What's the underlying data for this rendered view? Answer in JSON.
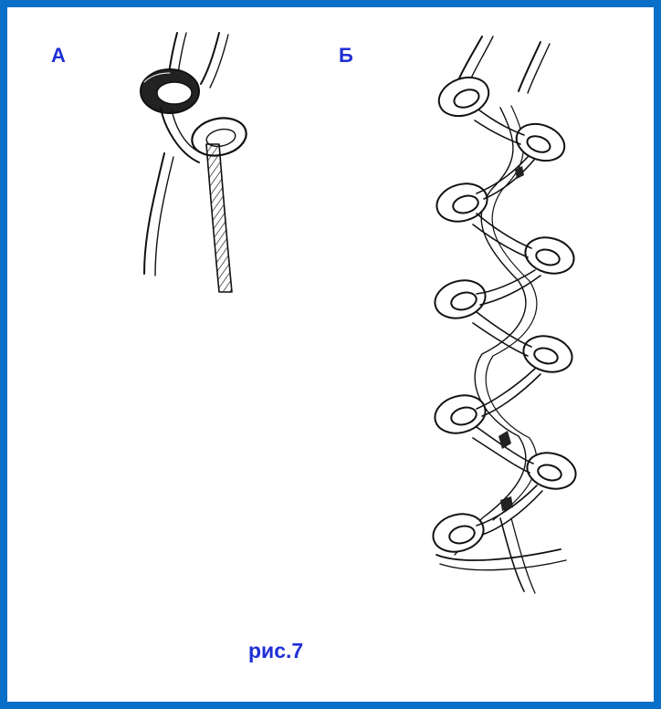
{
  "figure": {
    "label_a": "А",
    "label_b": "Б",
    "caption": "рис.7"
  },
  "colors": {
    "frame": "#0a6fc8",
    "label": "#1f2fd6",
    "ink": "#111111"
  },
  "icons": {
    "knot_a": "slip-knot-loop",
    "chain_b": "crocheted-chain-links"
  }
}
